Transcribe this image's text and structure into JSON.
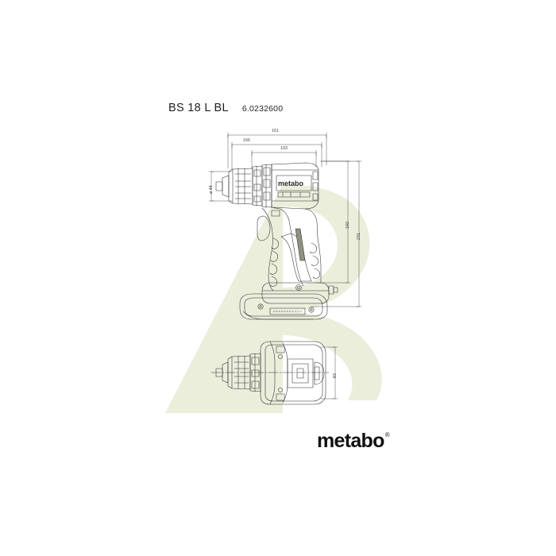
{
  "sheet": {
    "background_color": "#ffffff",
    "watermark": {
      "name": "metabo-p-watermark",
      "color": "#eaeedb",
      "shape": "stylized-letter-p"
    }
  },
  "title_block": {
    "model": "BS 18 L BL",
    "article_number": "6.0232600"
  },
  "brand": {
    "wordmark": "metabo",
    "registered_mark": "®"
  },
  "technical_drawing": {
    "product": "BS 18 L BL",
    "line_color": "#2b2b2b",
    "views": [
      {
        "name": "side-view",
        "label": "side elevation"
      },
      {
        "name": "top-view",
        "label": "plan view"
      }
    ]
  },
  "dimensions": {
    "unit": "mm",
    "horizontal": [
      {
        "name": "overall-length",
        "value": "161"
      },
      {
        "name": "length-without-chuck-tip",
        "value": "156"
      },
      {
        "name": "body-length",
        "value": "103"
      }
    ],
    "vertical": [
      {
        "name": "height-without-battery",
        "value": "192"
      },
      {
        "name": "overall-height",
        "value": "231"
      },
      {
        "name": "width",
        "value": "83"
      }
    ],
    "diameter": [
      {
        "name": "chuck-diameter",
        "value": "ø 44"
      }
    ]
  }
}
